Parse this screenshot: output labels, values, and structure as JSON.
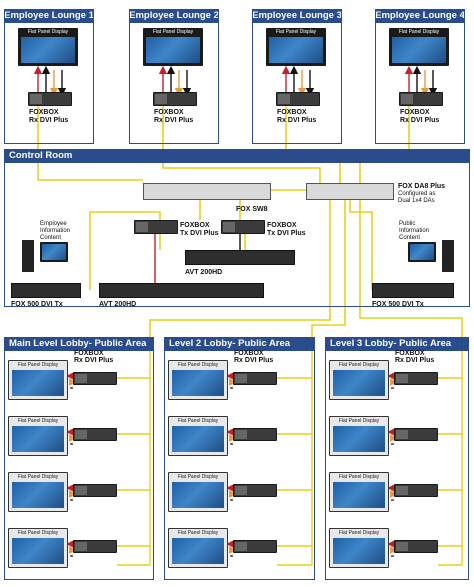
{
  "sections": {
    "lounge1": "Employee Lounge 1",
    "lounge2": "Employee Lounge 2",
    "lounge3": "Employee Lounge 3",
    "lounge4": "Employee Lounge 4",
    "control_room": "Control Room",
    "main_lobby": "Main Level Lobby- Public Area",
    "level2_lobby": "Level 2 Lobby- Public Area",
    "level3_lobby": "Level 3 Lobby- Public Area"
  },
  "labels": {
    "flat_panel": "Flat Panel Display",
    "foxbox_rx_line1": "FOXBOX",
    "foxbox_rx_line2": "Rx DVI Plus",
    "foxbox_tx_line1": "FOXBOX",
    "foxbox_tx_line2": "Tx DVI Plus",
    "fox_sw8": "FOX SW8",
    "fox_da8_line1": "FOX DA8 Plus",
    "fox_da8_line2": "Configured as",
    "fox_da8_line3": "Dual 1x4 DAs",
    "avt_200hd": "AVT 200HD",
    "fox_500_tx": "FOX 500 DVI Tx",
    "employee_info_1": "Employee",
    "employee_info_2": "Information",
    "employee_info_3": "Content",
    "public_info_1": "Public",
    "public_info_2": "Information",
    "public_info_3": "Content"
  },
  "colors": {
    "header": "#2a4c8c",
    "fiber": "#e8d21a",
    "red": "#c8202a",
    "orange": "#e89a3c",
    "black": "#111111"
  }
}
